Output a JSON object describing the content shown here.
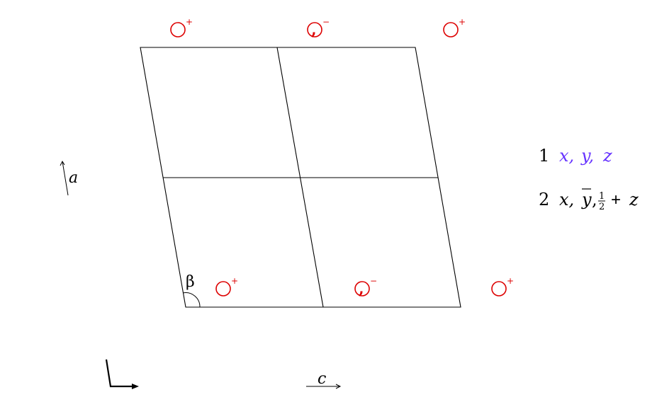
{
  "diagram": {
    "axes": {
      "a_label": "a",
      "c_label": "c",
      "angle_label": "β"
    },
    "symbols": {
      "plus_sign": "+",
      "minus_sign": "−",
      "comma_glyph": ","
    },
    "positions": {
      "line1": {
        "number": "1",
        "x": "x,",
        "y": "y,",
        "z": "z"
      },
      "line2": {
        "number": "2",
        "x": "x,",
        "y": "y",
        "y_sep": ",",
        "half_num": "1",
        "half_den": "2",
        "plus": "+",
        "z": "z"
      }
    },
    "colors": {
      "symbol_red": "#dd0000",
      "label_violet": "#6633ff",
      "line_black": "#000000"
    }
  }
}
